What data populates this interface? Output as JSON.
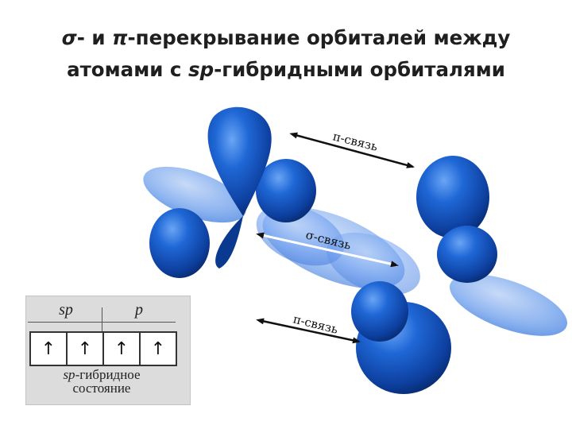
{
  "title": {
    "line1_sigma": "σ",
    "line1_middle": "- и ",
    "line1_pi": "π",
    "line1_rest": "-перекрывание орбиталей между",
    "line2_start": "атомами с ",
    "line2_sp": "sp",
    "line2_rest": "-гибридными орбиталями"
  },
  "diagram": {
    "pi_bond_top_label": "π-связь",
    "sigma_bond_label": "σ-связь",
    "pi_bond_bottom_label": "π-связь",
    "colors": {
      "orbital_dark": "#0d3f9e",
      "orbital_mid": "#1f67d6",
      "orbital_light": "#4a86e8",
      "orbital_pale": "#8db4f0",
      "arrow": "#111111"
    }
  },
  "hybrid_panel": {
    "header_sp": "sp",
    "header_p": "p",
    "cells": [
      "↑",
      "↑",
      "↑",
      "↑"
    ],
    "caption_prefix": "sp",
    "caption_line1_rest": "-гибридное",
    "caption_line2": "состояние"
  }
}
